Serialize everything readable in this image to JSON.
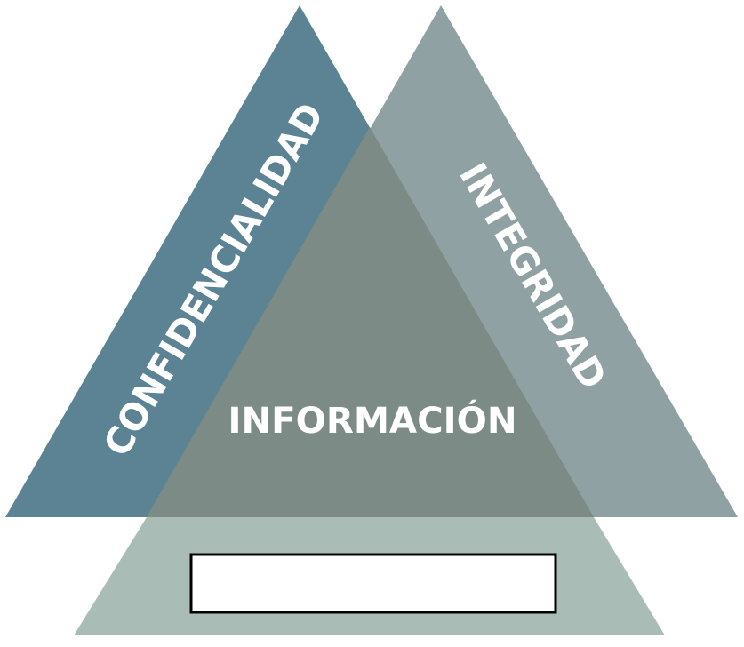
{
  "diagram": {
    "labels": {
      "left": "CONFIDENCIALIDAD",
      "right": "INTEGRIDAD",
      "center": "INFORMACIÓN",
      "bottom": ""
    },
    "colors": {
      "left_triangle": "#5b8394",
      "right_triangle": "#90a1a3",
      "overlap": "#7d8b87",
      "bottom_trapezoid": "#a9bdb6",
      "text": "#ffffff",
      "empty_box_fill": "#ffffff",
      "empty_box_border": "#000000"
    }
  }
}
